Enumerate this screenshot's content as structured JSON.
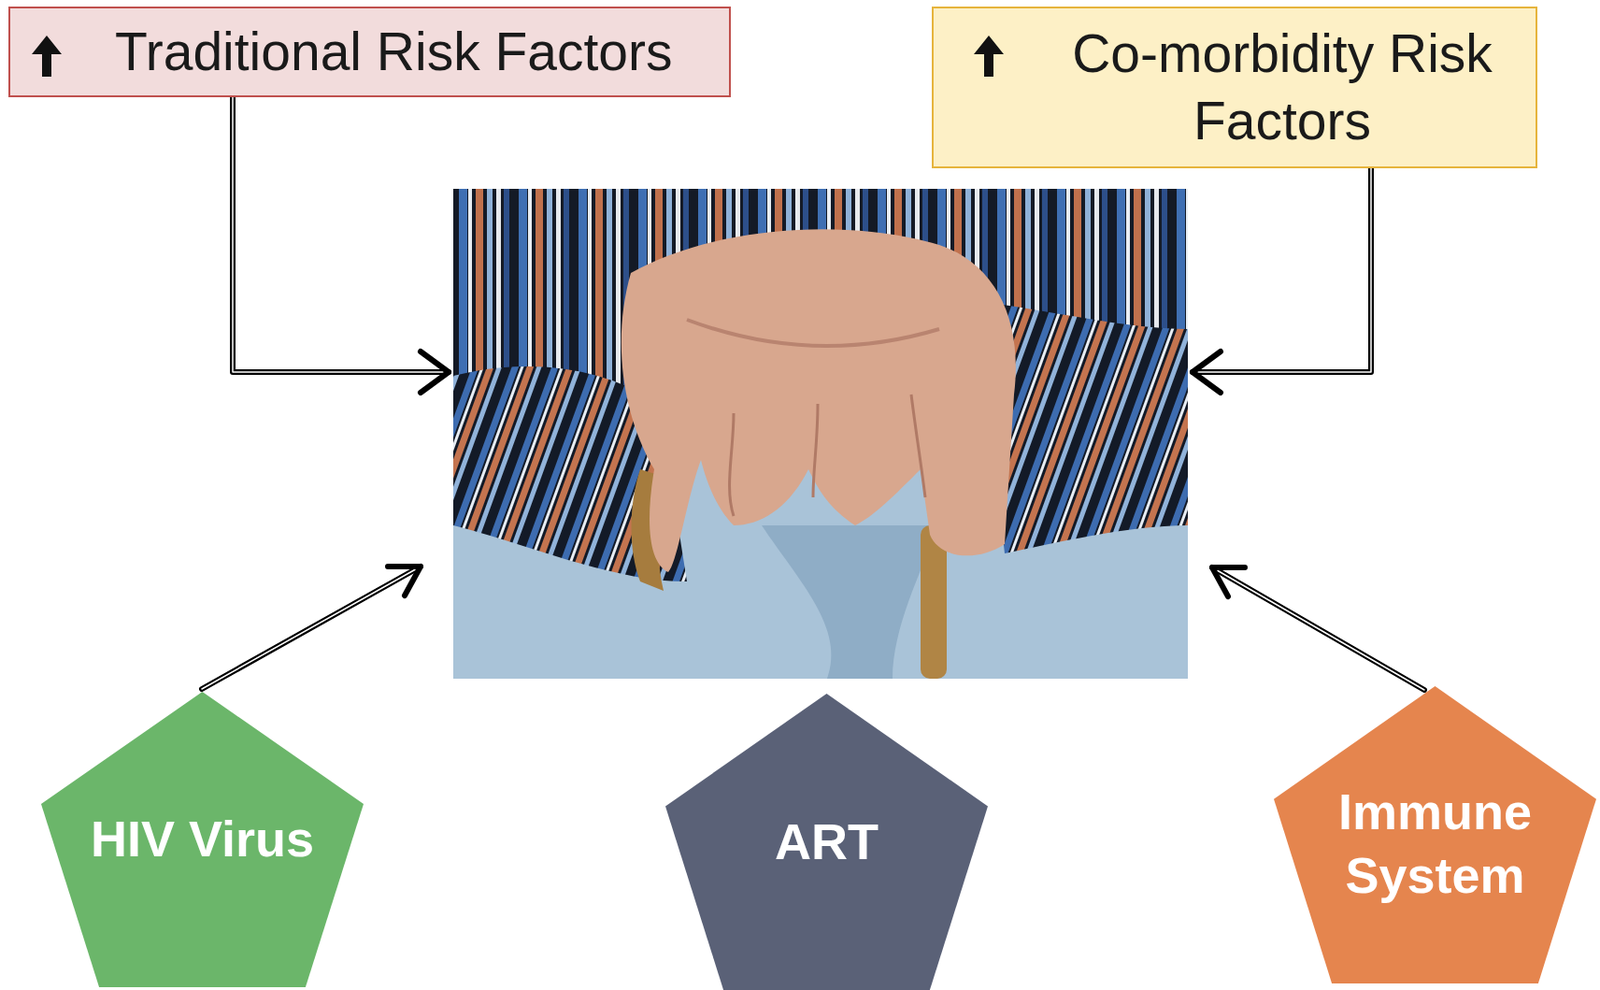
{
  "diagram": {
    "nodes": [
      {
        "text": [
          "Traditional Risk Factors"
        ]
      },
      {
        "text": [
          "Co-morbidity Risk Factors"
        ]
      },
      {
        "text": [
          "HIV Virus"
        ]
      },
      {
        "text": [
          "ART"
        ]
      },
      {
        "text": [
          "Immune System"
        ]
      }
    ]
  }
}
